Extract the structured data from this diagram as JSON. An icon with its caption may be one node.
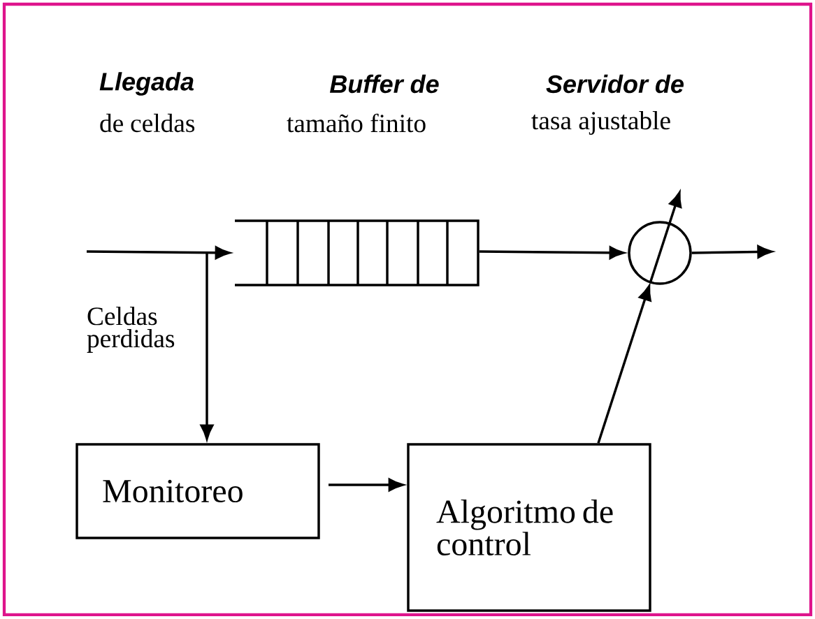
{
  "diagram": {
    "nodes": [
      {
        "text": [
          "Buffer de",
          "tamaño finito"
        ]
      },
      {
        "text": [
          "Servidor de",
          "tasa ajustable"
        ]
      },
      {
        "text": [
          "Monitoreo"
        ]
      },
      {
        "text": [
          "Algoritmo de control"
        ]
      }
    ],
    "edges": [
      {
        "from": null,
        "to": 0,
        "arrow": "to"
      },
      {
        "from": 0,
        "to": 1,
        "arrow": "to"
      },
      {
        "from": 1,
        "to": null,
        "arrow": "to"
      },
      {
        "from": null,
        "to": 2,
        "arrow": "to"
      },
      {
        "from": 2,
        "to": 3,
        "arrow": "to"
      },
      {
        "from": 3,
        "to": 1,
        "arrow": "to"
      }
    ],
    "labels": [
      "Llegada",
      "de celdas",
      "Celdas perdidas"
    ]
  }
}
